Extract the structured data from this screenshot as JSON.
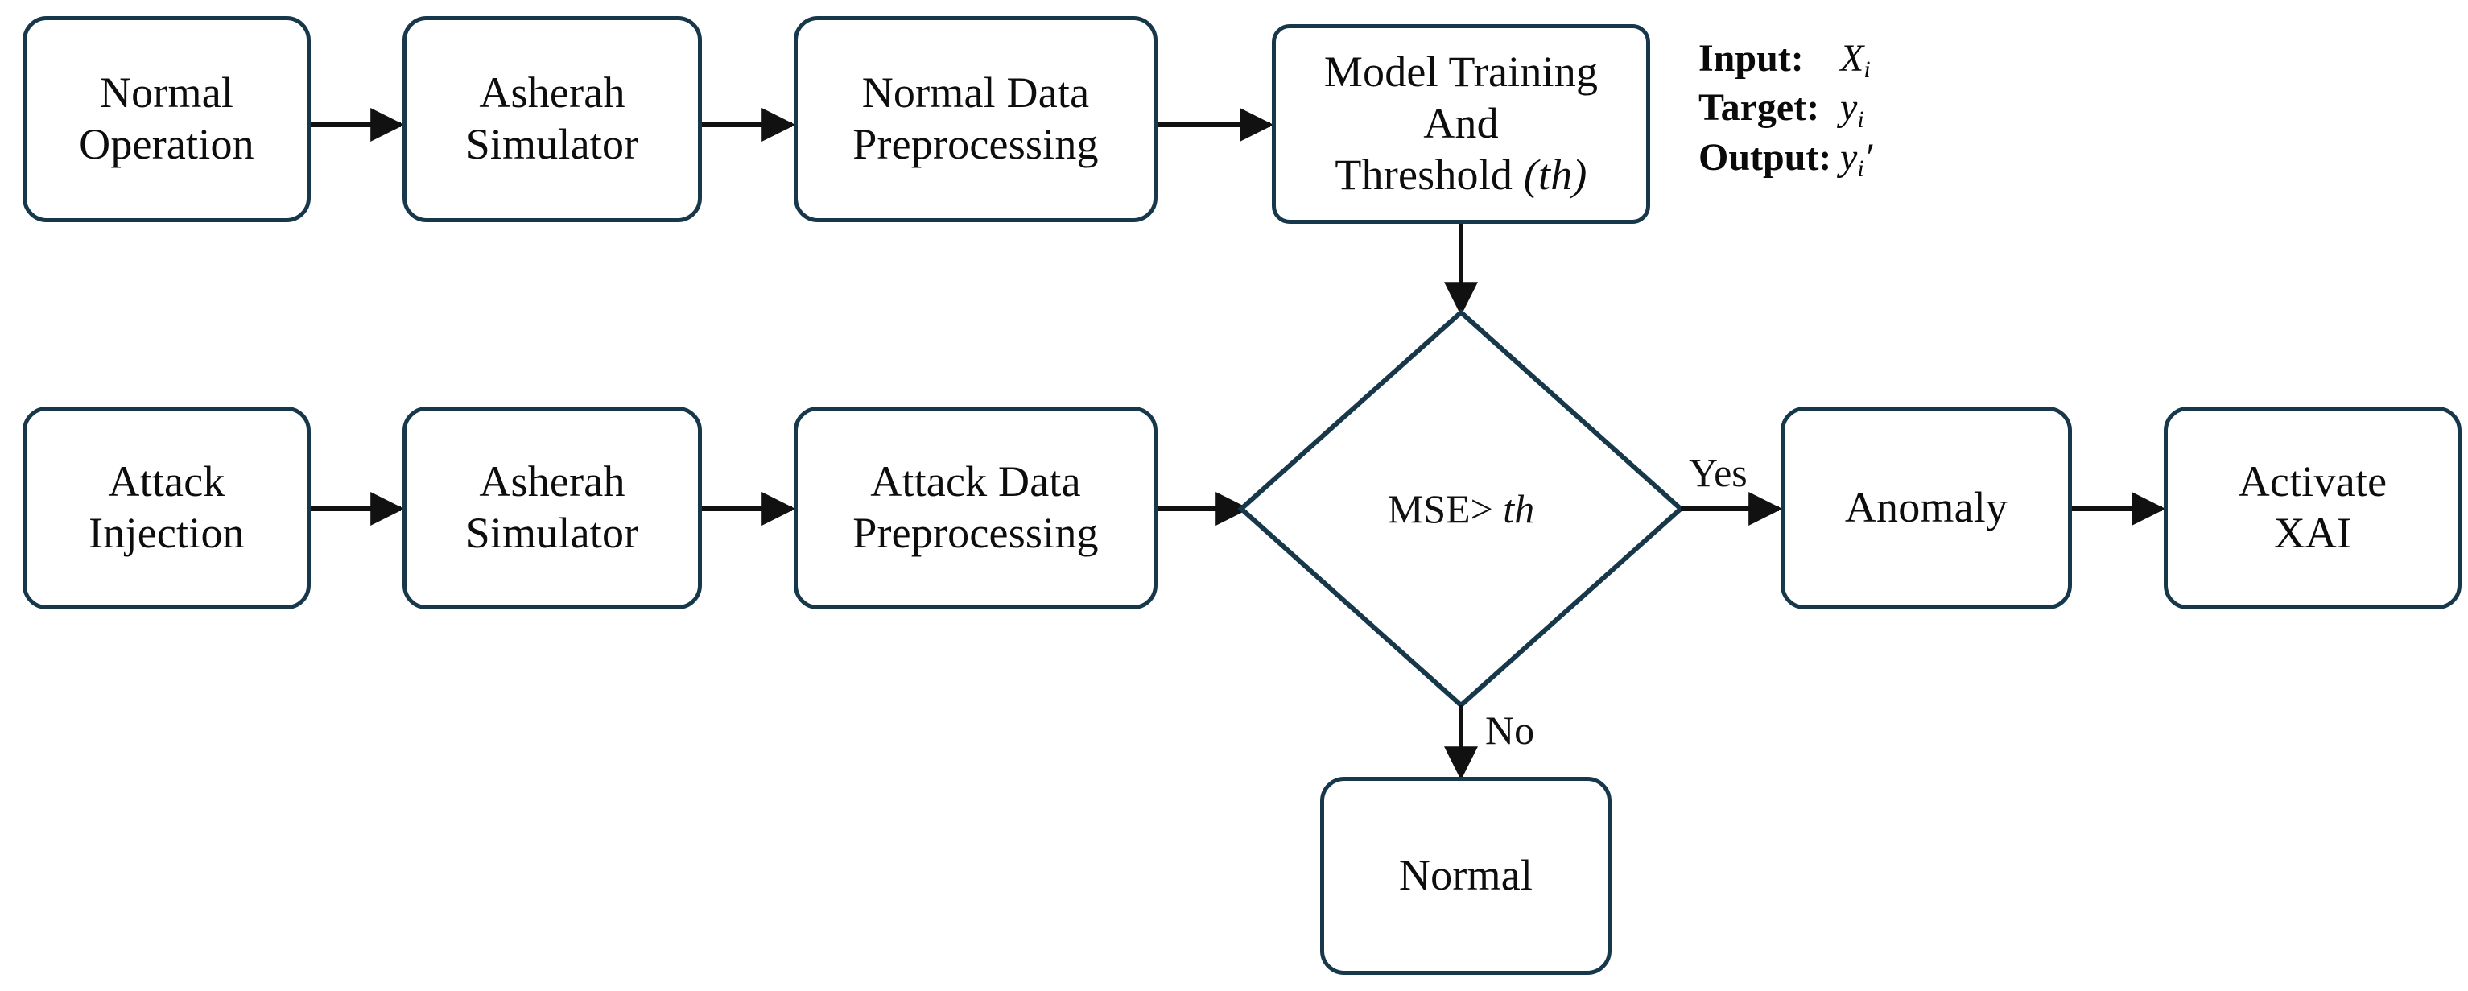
{
  "diagram": {
    "title": "Anomaly detection pipeline flowchart",
    "background_color": "#ffffff",
    "node_border_color": "#17384a",
    "edge_color": "#111111",
    "text_color": "#0d0d0d",
    "nodes": [
      {
        "id": "normal-operation",
        "label": "Normal\nOperation",
        "shape": "rounded-rect"
      },
      {
        "id": "asherah-simulator-top",
        "label": "Asherah\nSimulator",
        "shape": "rounded-rect"
      },
      {
        "id": "normal-data-preprocessing",
        "label": "Normal Data\nPreprocessing",
        "shape": "rounded-rect"
      },
      {
        "id": "model-training",
        "label": "Model Training\nAnd\nThreshold (th)",
        "shape": "rounded-rect"
      },
      {
        "id": "attack-injection",
        "label": "Attack\nInjection",
        "shape": "rounded-rect"
      },
      {
        "id": "asherah-simulator-bottom",
        "label": "Asherah\nSimulator",
        "shape": "rounded-rect"
      },
      {
        "id": "attack-data-preprocessing",
        "label": "Attack Data\nPreprocessing",
        "shape": "rounded-rect"
      },
      {
        "id": "decision-mse",
        "label": "MSE> th",
        "shape": "diamond"
      },
      {
        "id": "anomaly",
        "label": "Anomaly",
        "shape": "rounded-rect"
      },
      {
        "id": "activate-xai",
        "label": "Activate\nXAI",
        "shape": "rounded-rect"
      },
      {
        "id": "normal-result",
        "label": "Normal",
        "shape": "rounded-rect"
      }
    ],
    "node_text": {
      "normal_operation": "Normal\nOperation",
      "asherah_simulator_top": "Asherah\nSimulator",
      "normal_data_preprocessing": "Normal Data\nPreprocessing",
      "model_training_line1": "Model Training",
      "model_training_line2": "And",
      "model_training_line3_prefix": "Threshold ",
      "model_training_line3_italic": "(th)",
      "attack_injection": "Attack\nInjection",
      "asherah_simulator_bottom": "Asherah\nSimulator",
      "attack_data_preprocessing": "Attack Data\nPreprocessing",
      "decision_prefix": "MSE> ",
      "decision_italic": "th",
      "anomaly": "Anomaly",
      "activate_xai": "Activate\nXAI",
      "normal_result": "Normal"
    },
    "edge_labels": {
      "yes": "Yes",
      "no": "No"
    },
    "legend": {
      "rows": [
        {
          "key": "Input:",
          "value": "Xi",
          "base": "X",
          "sub": "i"
        },
        {
          "key": "Target:",
          "value": "yi",
          "base": "y",
          "sub": "i"
        },
        {
          "key": "Output:",
          "value": "yi′",
          "base": "y",
          "sub": "i",
          "prime": "′"
        }
      ]
    }
  }
}
